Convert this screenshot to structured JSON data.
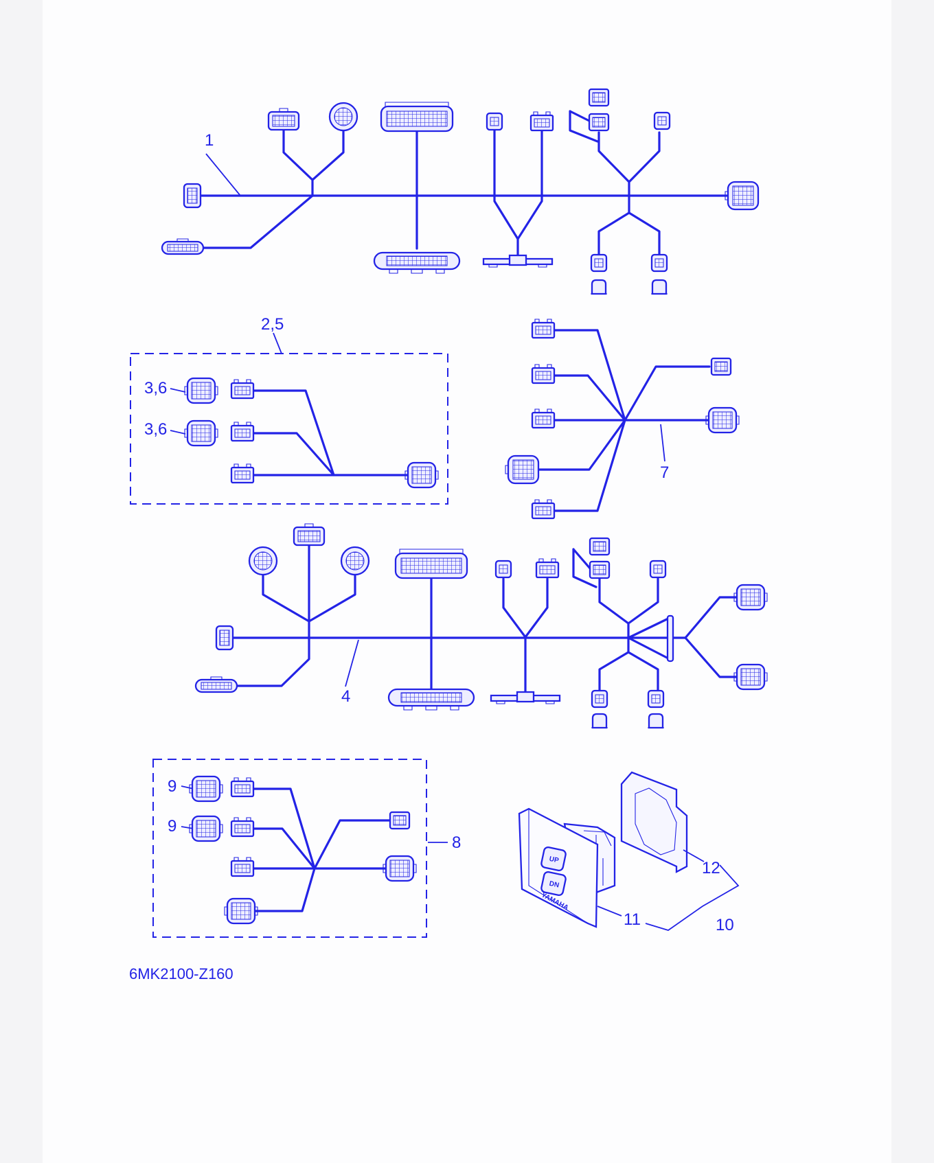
{
  "colors": {
    "line": "#2323e6",
    "background": "#fdfdfe"
  },
  "callouts": {
    "p1": "1",
    "p2_5": "2,5",
    "p3_6_a": "3,6",
    "p3_6_b": "3,6",
    "p4": "4",
    "p7": "7",
    "p8": "8",
    "p9_a": "9",
    "p9_b": "9",
    "p10": "10",
    "p11": "11",
    "p12": "12"
  },
  "switch_panel": {
    "button_up": "UP",
    "button_down": "DN",
    "brand": "YAMAHA"
  },
  "diagram_code": "6MK2100-Z160"
}
